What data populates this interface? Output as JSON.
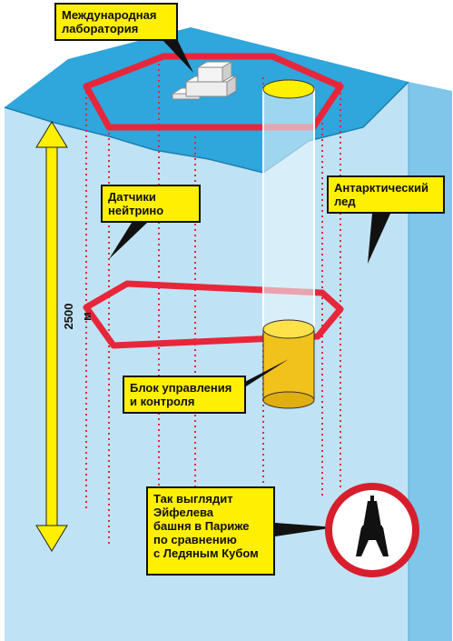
{
  "labels": {
    "lab": "Международная\nлаборатория",
    "sensors": "Датчики\nнейтрино",
    "ice": "Антарктический\nлед",
    "control": "Блок управления\nи контроля",
    "eiffel": "Так выглядит\nЭйфелева\nбашня в Париже\nпо сравнению\nс Ледяным Кубом"
  },
  "depth": "2500 м",
  "colors": {
    "ice_top": "#2fa6dc",
    "ice_front": "#bfe3f4",
    "ice_side": "#7fc6ea",
    "hexagon": "#e8263a",
    "sensor_string": "#e8263a",
    "arrow": "#ffef00",
    "control_block": "#f2c21c",
    "label_fill": "#ffef00",
    "eiffel_circle": "#d81e2c"
  }
}
